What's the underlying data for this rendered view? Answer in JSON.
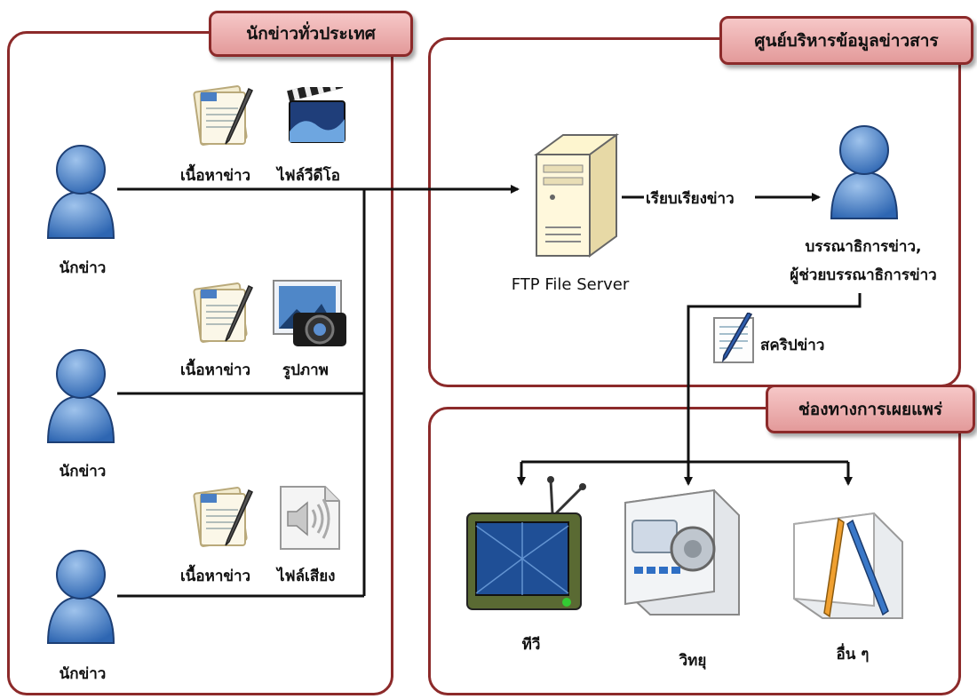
{
  "panels": {
    "reporters_title": "นักข่าวทั่วประเทศ",
    "center_title": "ศูนย์บริหารข้อมูลข่าวสาร",
    "channels_title": "ช่องทางการเผยแพร่"
  },
  "reporters": [
    {
      "label": "นักข่าว",
      "content_label": "เนื้อหาข่าว",
      "media_label": "ไฟล์วีดีโอ"
    },
    {
      "label": "นักข่าว",
      "content_label": "เนื้อหาข่าว",
      "media_label": "รูปภาพ"
    },
    {
      "label": "นักข่าว",
      "content_label": "เนื้อหาข่าว",
      "media_label": "ไฟล์เสียง"
    }
  ],
  "server": {
    "label": "FTP File Server"
  },
  "arrow_label": "เรียบเรียงข่าว",
  "editor": {
    "line1": "บรรณาธิการข่าว,",
    "line2": "ผู้ช่วยบรรณาธิการข่าว"
  },
  "script_label": "สคริปข่าว",
  "channels": [
    {
      "label": "ทีวี"
    },
    {
      "label": "วิทยุ"
    },
    {
      "label": "อื่น ๆ"
    }
  ]
}
